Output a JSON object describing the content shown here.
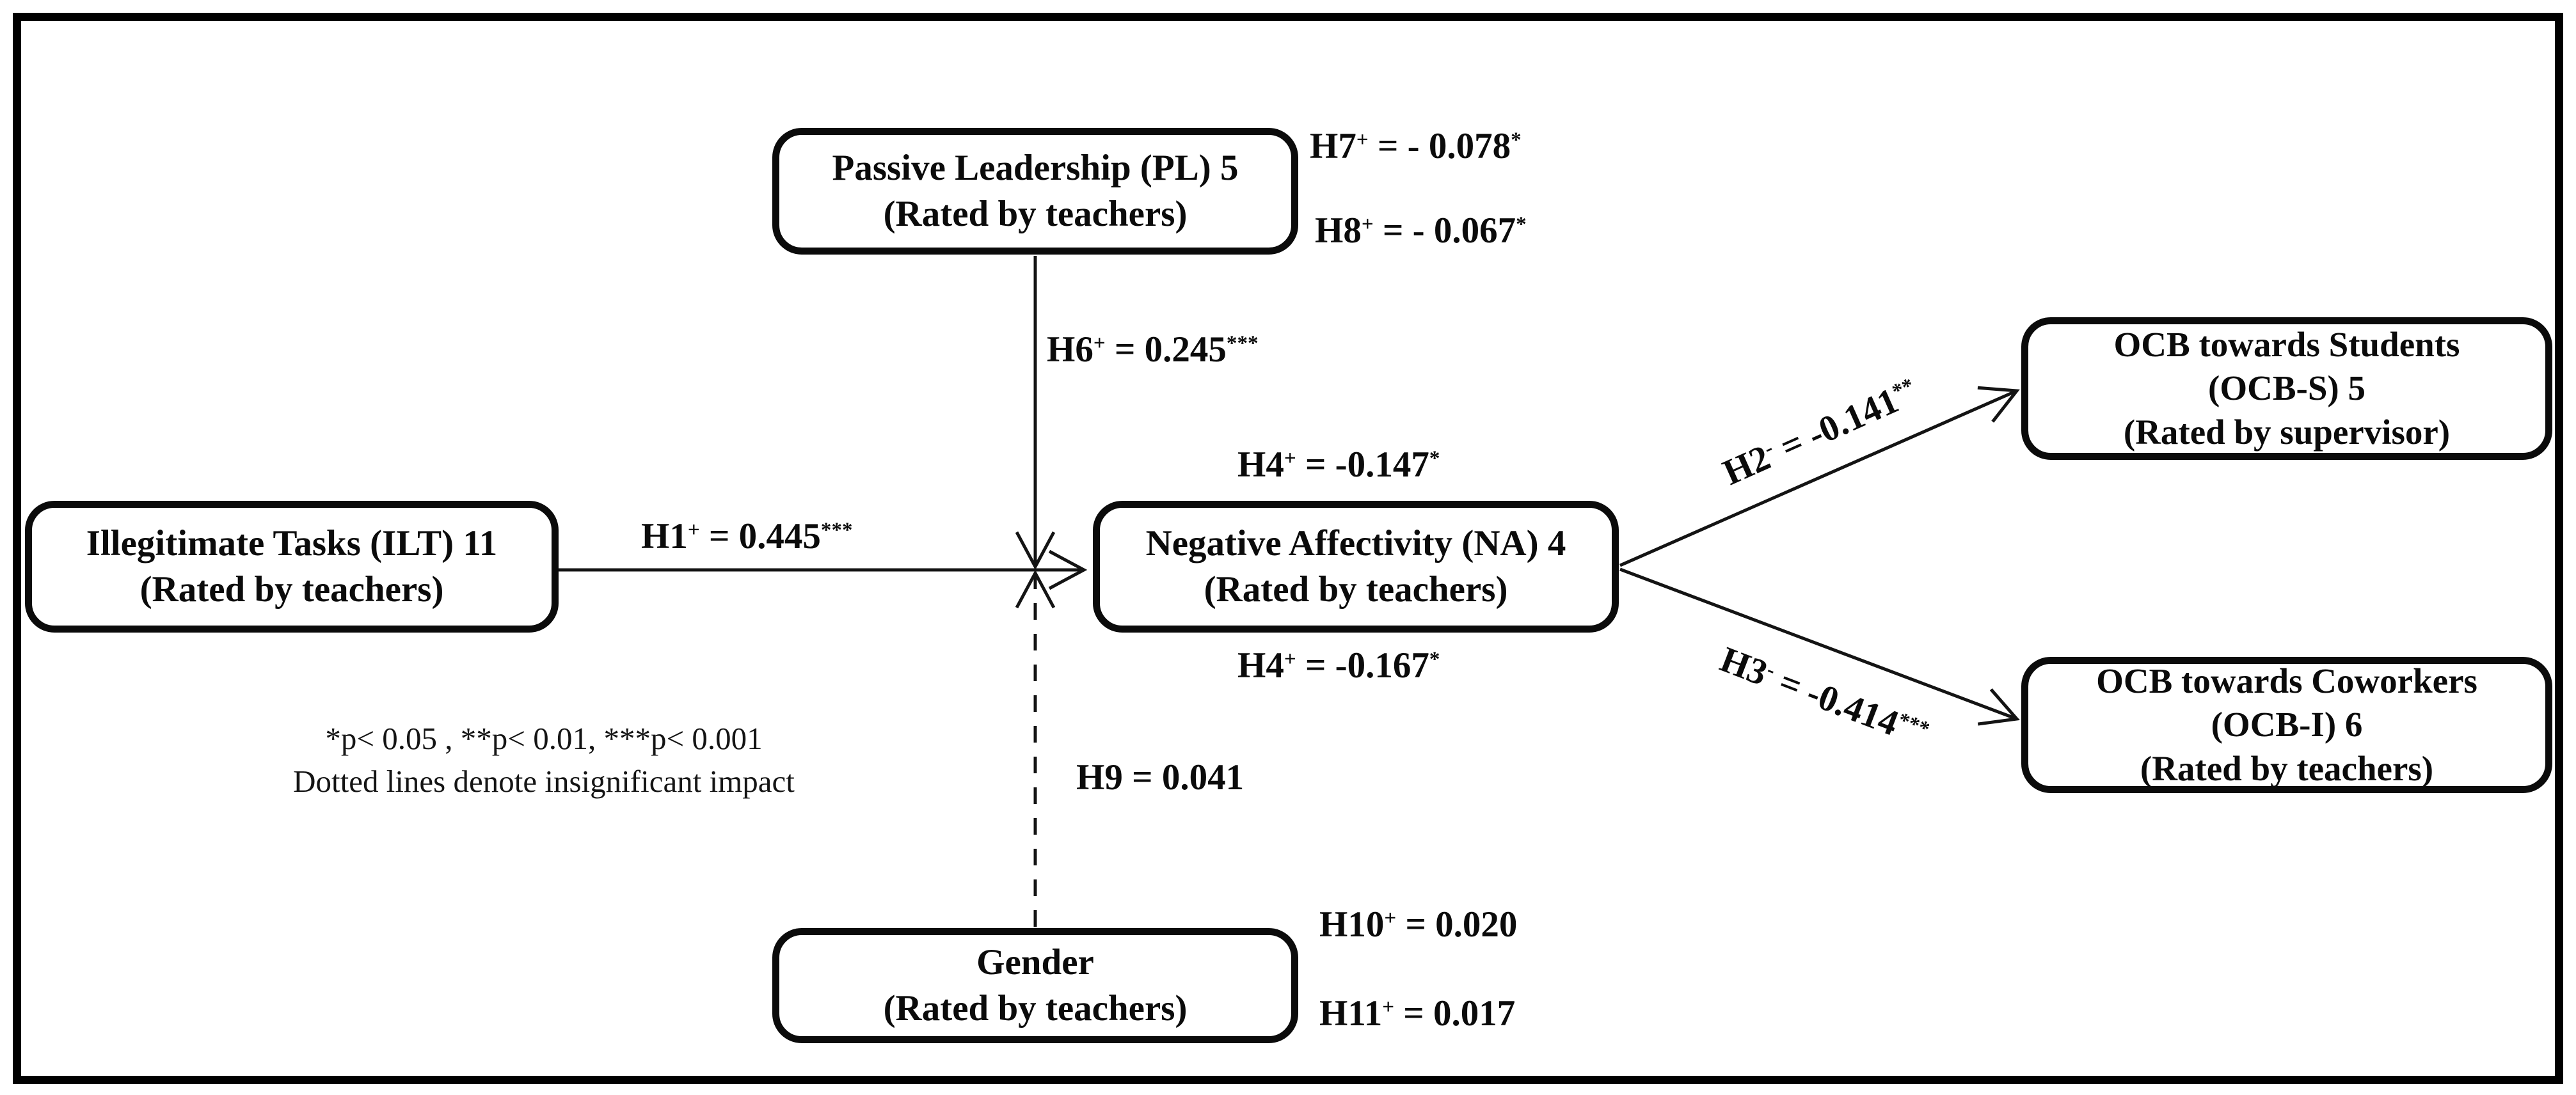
{
  "figure": {
    "notes": [
      "*p< 0.05 , **p< 0.01, ***p< 0.001",
      "Dotted lines denote insignificant impact"
    ]
  },
  "colors": {
    "ink": "#0b0b0b",
    "background": "#ffffff"
  },
  "boxes": {
    "pl": {
      "lines": [
        "Passive Leadership (PL) 5",
        "(Rated by teachers)"
      ]
    },
    "ilt": {
      "lines": [
        "Illegitimate Tasks (ILT) 11",
        "(Rated by teachers)"
      ]
    },
    "na": {
      "lines": [
        "Negative Affectivity (NA) 4",
        "(Rated by teachers)"
      ]
    },
    "gender": {
      "lines": [
        "Gender",
        "(Rated by teachers)"
      ]
    },
    "ocbs": {
      "lines": [
        "OCB towards Students",
        "(OCB-S) 5",
        "(Rated by supervisor)"
      ]
    },
    "ocbi": {
      "lines": [
        "OCB towards Coworkers",
        "(OCB-I) 6",
        "(Rated by teachers)"
      ]
    }
  },
  "labels": {
    "h1": {
      "h": "H1",
      "sign": "+",
      "eq": " = 0.445",
      "sig": "***"
    },
    "h2": {
      "h": "H2",
      "sign": "-",
      "eq": " = -0.141",
      "sig": "**"
    },
    "h3": {
      "h": "H3",
      "sign": "-",
      "eq": " = -0.414",
      "sig": "***"
    },
    "h4_top": {
      "h": "H4",
      "sign": "+",
      "eq": " = -0.147",
      "sig": "*"
    },
    "h4_bot": {
      "h": "H4",
      "sign": "+",
      "eq": " = -0.167",
      "sig": "*"
    },
    "h6": {
      "h": "H6",
      "sign": "+",
      "eq": " = 0.245",
      "sig": "***"
    },
    "h7": {
      "h": "H7",
      "sign": "+",
      "eq": " = - 0.078",
      "sig": "*"
    },
    "h8": {
      "h": "H8",
      "sign": "+",
      "eq": " = - 0.067",
      "sig": "*"
    },
    "h9": {
      "h": "H9",
      "sign": "",
      "eq": " = 0.041",
      "sig": ""
    },
    "h10": {
      "h": "H10",
      "sign": "+",
      "eq": " = 0.020",
      "sig": ""
    },
    "h11": {
      "h": "H11",
      "sign": "+",
      "eq": " = 0.017",
      "sig": ""
    }
  },
  "edges": [
    {
      "from": "Passive Leadership (PL)",
      "to": "ILT-NA path (moderation)",
      "style": "solid",
      "label": "H6"
    },
    {
      "from": "Illegitimate Tasks (ILT)",
      "to": "Negative Affectivity (NA)",
      "style": "solid",
      "label": "H1"
    },
    {
      "from": "Gender",
      "to": "ILT-NA path (moderation)",
      "style": "dashed",
      "label": "H9"
    },
    {
      "from": "Negative Affectivity (NA)",
      "to": "OCB towards Students (OCB-S)",
      "style": "solid",
      "label": "H2"
    },
    {
      "from": "Negative Affectivity (NA)",
      "to": "OCB towards Coworkers (OCB-I)",
      "style": "solid",
      "label": "H3"
    }
  ]
}
